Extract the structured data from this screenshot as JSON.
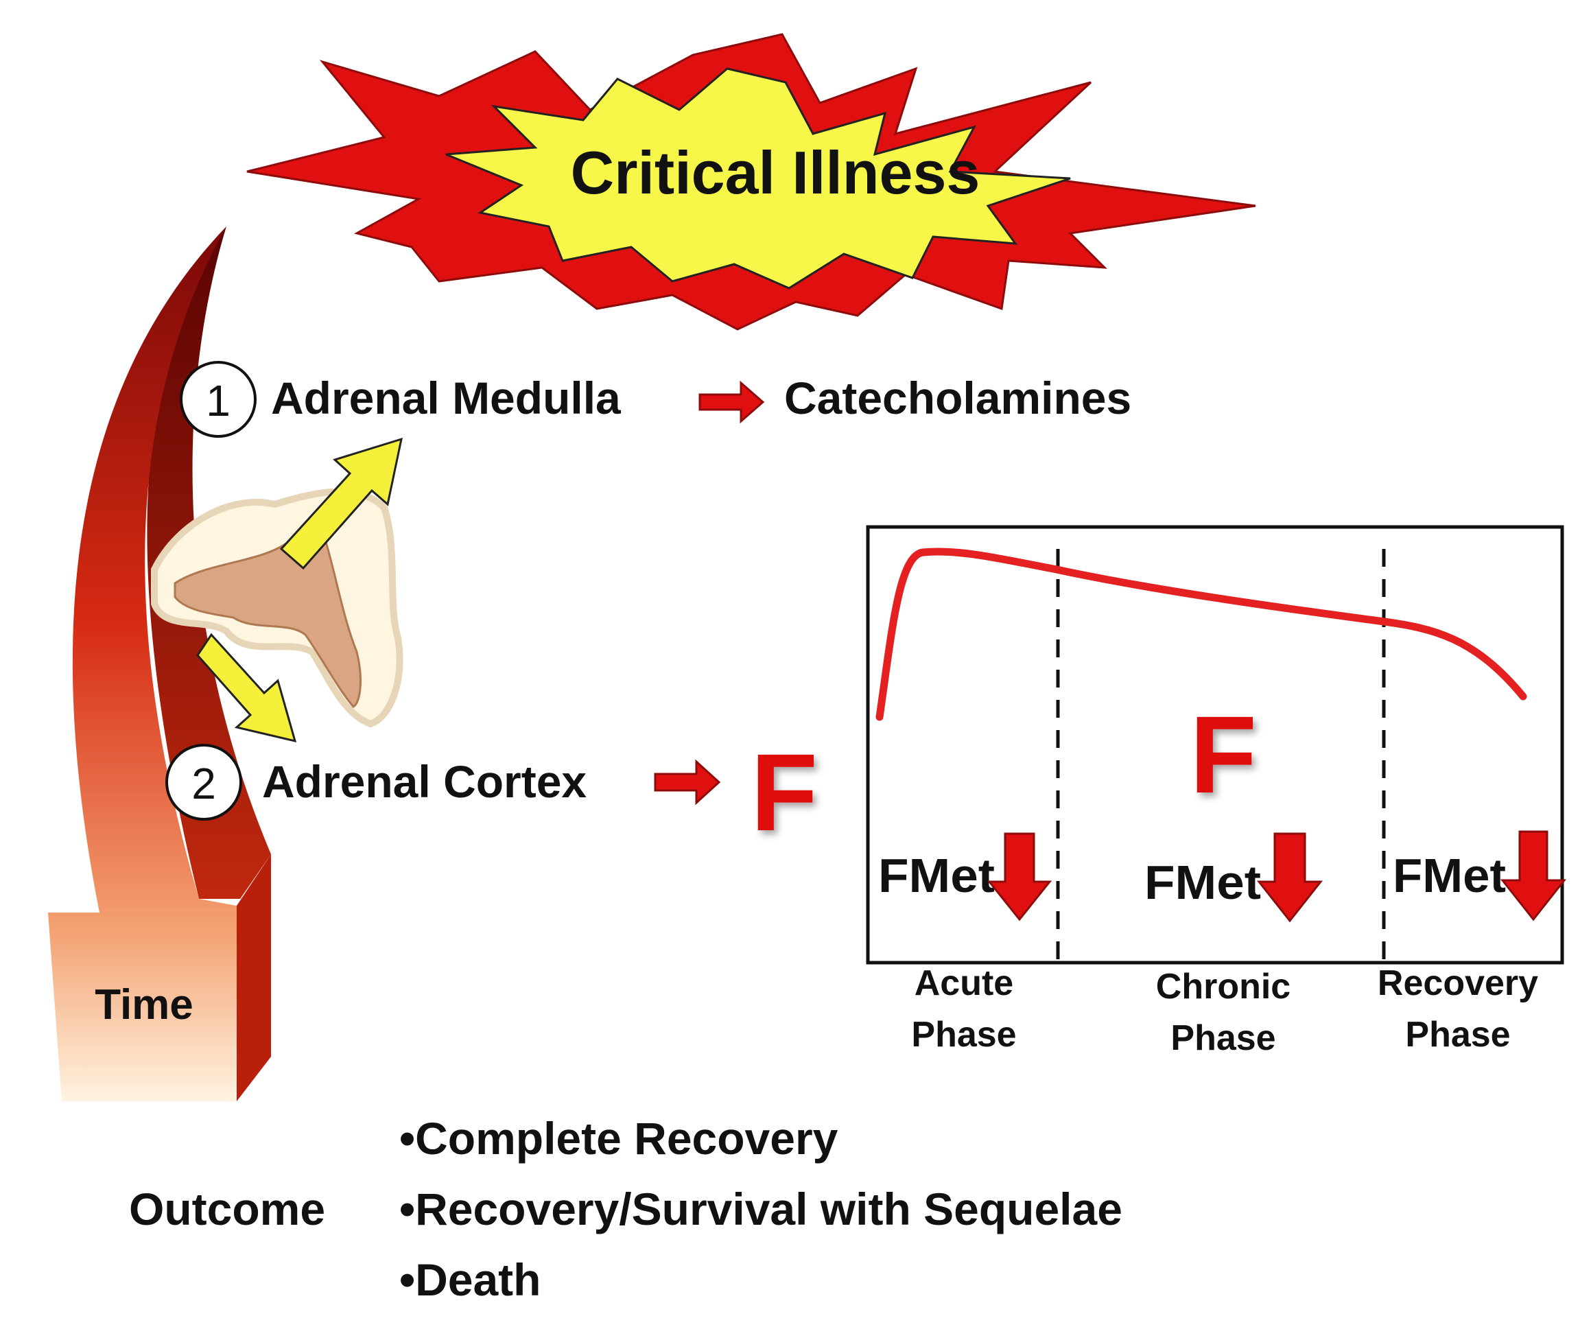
{
  "title": "Critical Illness",
  "time_label": "Time",
  "steps": [
    {
      "number": "1",
      "source": "Adrenal Medulla",
      "product": "Catecholamines"
    },
    {
      "number": "2",
      "source": "Adrenal Cortex",
      "product": "F"
    }
  ],
  "graph": {
    "center_label": "F",
    "fmet_label": "FMet",
    "phases": [
      {
        "line1": "Acute",
        "line2": "Phase"
      },
      {
        "line1": "Chronic",
        "line2": "Phase"
      },
      {
        "line1": "Recovery",
        "line2": "Phase"
      }
    ]
  },
  "outcome": {
    "label": "Outcome",
    "items": [
      "•Complete Recovery",
      "•Recovery/Survival with Sequelae",
      "•Death"
    ]
  },
  "colors": {
    "burst_fill": "#f7f74a",
    "burst_back": "#e01010",
    "arrow_red": "#e01010",
    "arrow_yellow": "#f5f03a",
    "curve_red": "#e42020",
    "dark_red": "#8e0b0b"
  }
}
